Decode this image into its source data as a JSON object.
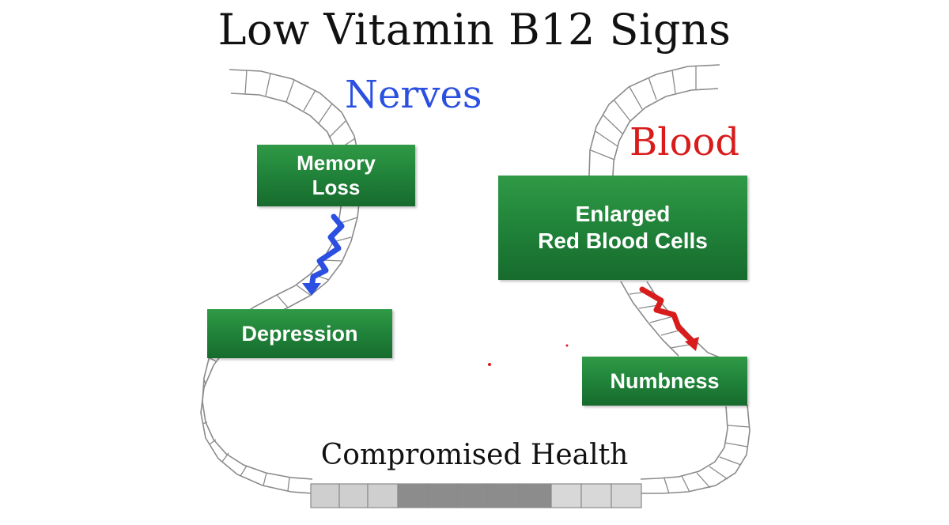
{
  "title": "Low Vitamin B12 Signs",
  "sections": {
    "nerves": {
      "label": "Nerves",
      "color": "#2b4fe0"
    },
    "blood": {
      "label": "Blood",
      "color": "#d81c1c"
    }
  },
  "boxes": {
    "memory_loss": {
      "line1": "Memory",
      "line2": "Loss"
    },
    "depression": {
      "text": "Depression"
    },
    "enlarged_rbc": {
      "line1": "Enlarged",
      "line2": "Red Blood Cells"
    },
    "numbness": {
      "text": "Numbness"
    }
  },
  "footer": "Compromised Health",
  "colors": {
    "box_green": "#1f8038",
    "nerve_arrow": "#2b4fe0",
    "blood_arrow": "#d81c1c",
    "track_outline": "#777777"
  },
  "icons": {
    "nerve_arrow": "zigzag-down-arrow-icon",
    "blood_arrow": "zigzag-down-arrow-icon"
  }
}
